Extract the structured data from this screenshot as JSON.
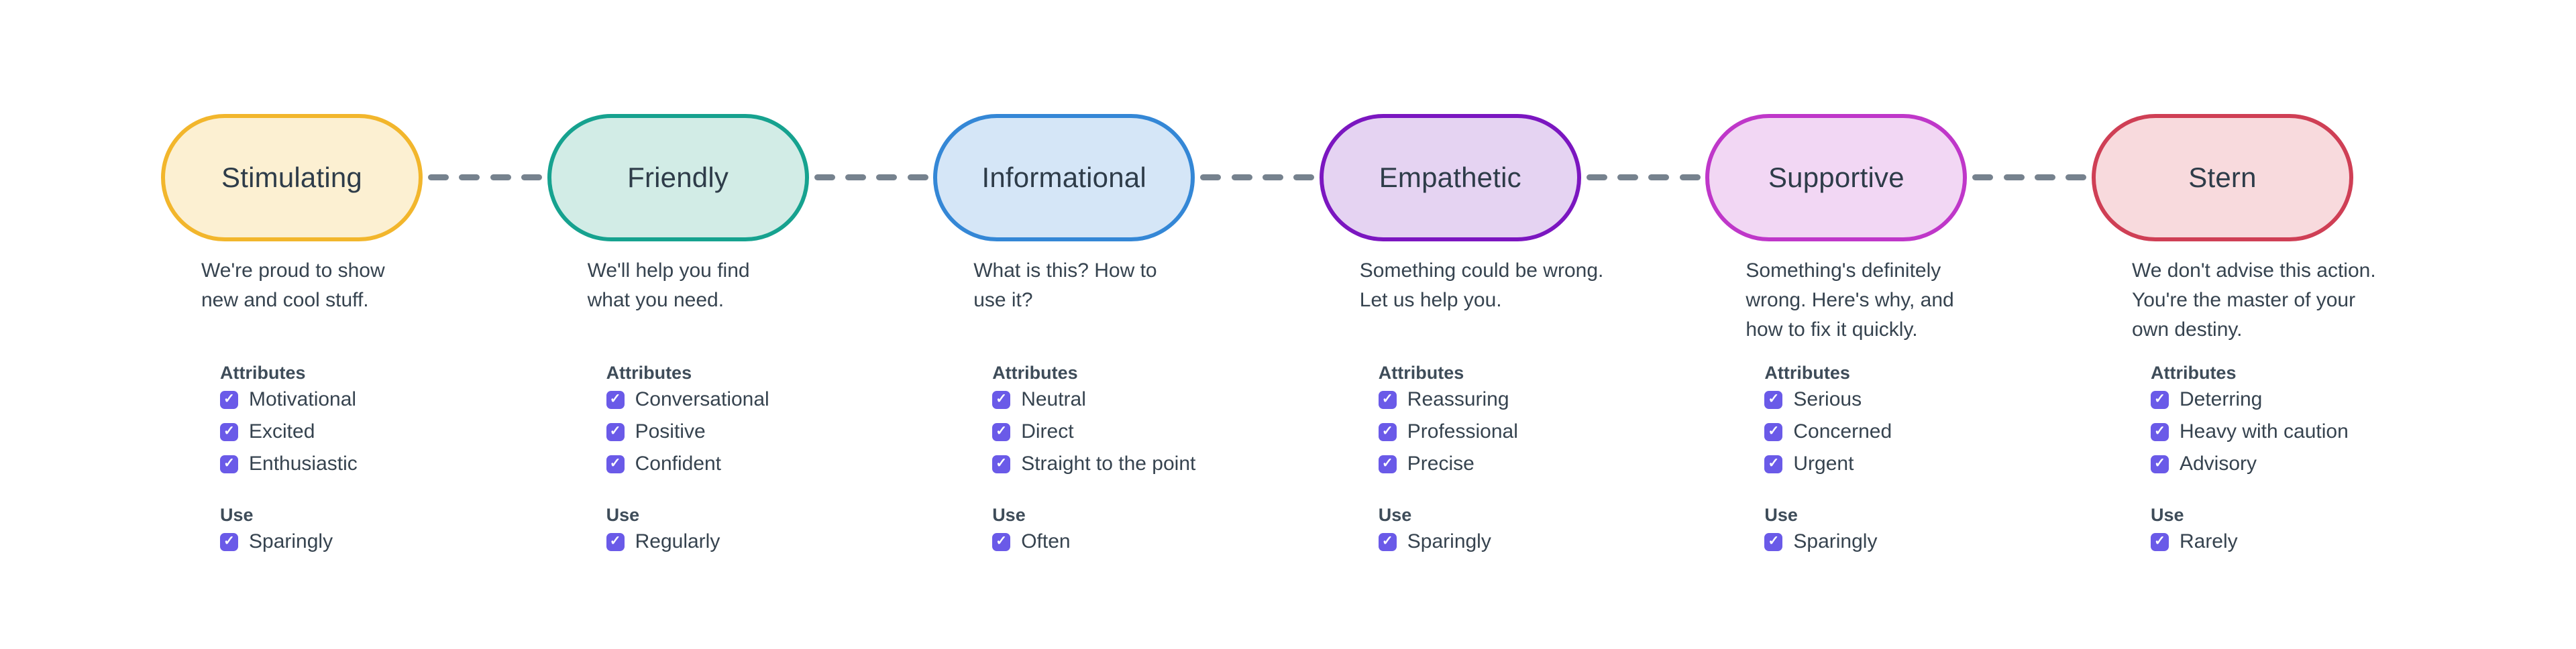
{
  "diagram": {
    "name": "Tone spectrum",
    "colors": {
      "background": "#FFFFFF",
      "connector_dash": "#76828E",
      "checkbox": "#6A5AE8",
      "body_text": "#36434F",
      "heading_text": "#3E4C59",
      "pill_label_text": "#2E3C49"
    },
    "icons": {
      "checkbox_check": "✓"
    },
    "labels": {
      "attributes": "Attributes",
      "use": "Use"
    },
    "tones": [
      {
        "label": "Stimulating",
        "description": "We're proud to show\nnew and cool stuff.",
        "colors": {
          "border": "#F2B62C",
          "fill": "#FCF0D2"
        },
        "attributes": [
          {
            "label": "Motivational",
            "checked": true
          },
          {
            "label": "Excited",
            "checked": true
          },
          {
            "label": "Enthusiastic",
            "checked": true
          }
        ],
        "use": {
          "label": "Sparingly",
          "checked": true
        }
      },
      {
        "label": "Friendly",
        "description": "We'll help you find\nwhat you need.",
        "colors": {
          "border": "#16A28F",
          "fill": "#D2ECE6"
        },
        "attributes": [
          {
            "label": "Conversational",
            "checked": true
          },
          {
            "label": "Positive",
            "checked": true
          },
          {
            "label": "Confident",
            "checked": true
          }
        ],
        "use": {
          "label": "Regularly",
          "checked": true
        }
      },
      {
        "label": "Informational",
        "description": "What is this? How to\nuse it?",
        "colors": {
          "border": "#3487D6",
          "fill": "#D5E6F7"
        },
        "attributes": [
          {
            "label": "Neutral",
            "checked": true
          },
          {
            "label": "Direct",
            "checked": true
          },
          {
            "label": "Straight to the point",
            "checked": true
          }
        ],
        "use": {
          "label": "Often",
          "checked": true
        }
      },
      {
        "label": "Empathetic",
        "description": "Something could be wrong.\nLet us help you.",
        "colors": {
          "border": "#7B16C0",
          "fill": "#E5D3F2"
        },
        "attributes": [
          {
            "label": "Reassuring",
            "checked": true
          },
          {
            "label": "Professional",
            "checked": true
          },
          {
            "label": "Precise",
            "checked": true
          }
        ],
        "use": {
          "label": "Sparingly",
          "checked": true
        }
      },
      {
        "label": "Supportive",
        "description": "Something's definitely\nwrong. Here's why, and\nhow to fix it quickly.",
        "colors": {
          "border": "#BF37C9",
          "fill": "#F2D7F4"
        },
        "attributes": [
          {
            "label": "Serious",
            "checked": true
          },
          {
            "label": "Concerned",
            "checked": true
          },
          {
            "label": "Urgent",
            "checked": true
          }
        ],
        "use": {
          "label": "Sparingly",
          "checked": true
        }
      },
      {
        "label": "Stern",
        "description": "We don't advise this action.\nYou're the master of your\nown destiny.",
        "colors": {
          "border": "#CF3F55",
          "fill": "#F8DADD"
        },
        "attributes": [
          {
            "label": "Deterring",
            "checked": true
          },
          {
            "label": "Heavy with caution",
            "checked": true
          },
          {
            "label": "Advisory",
            "checked": true
          }
        ],
        "use": {
          "label": "Rarely",
          "checked": true
        }
      }
    ]
  }
}
